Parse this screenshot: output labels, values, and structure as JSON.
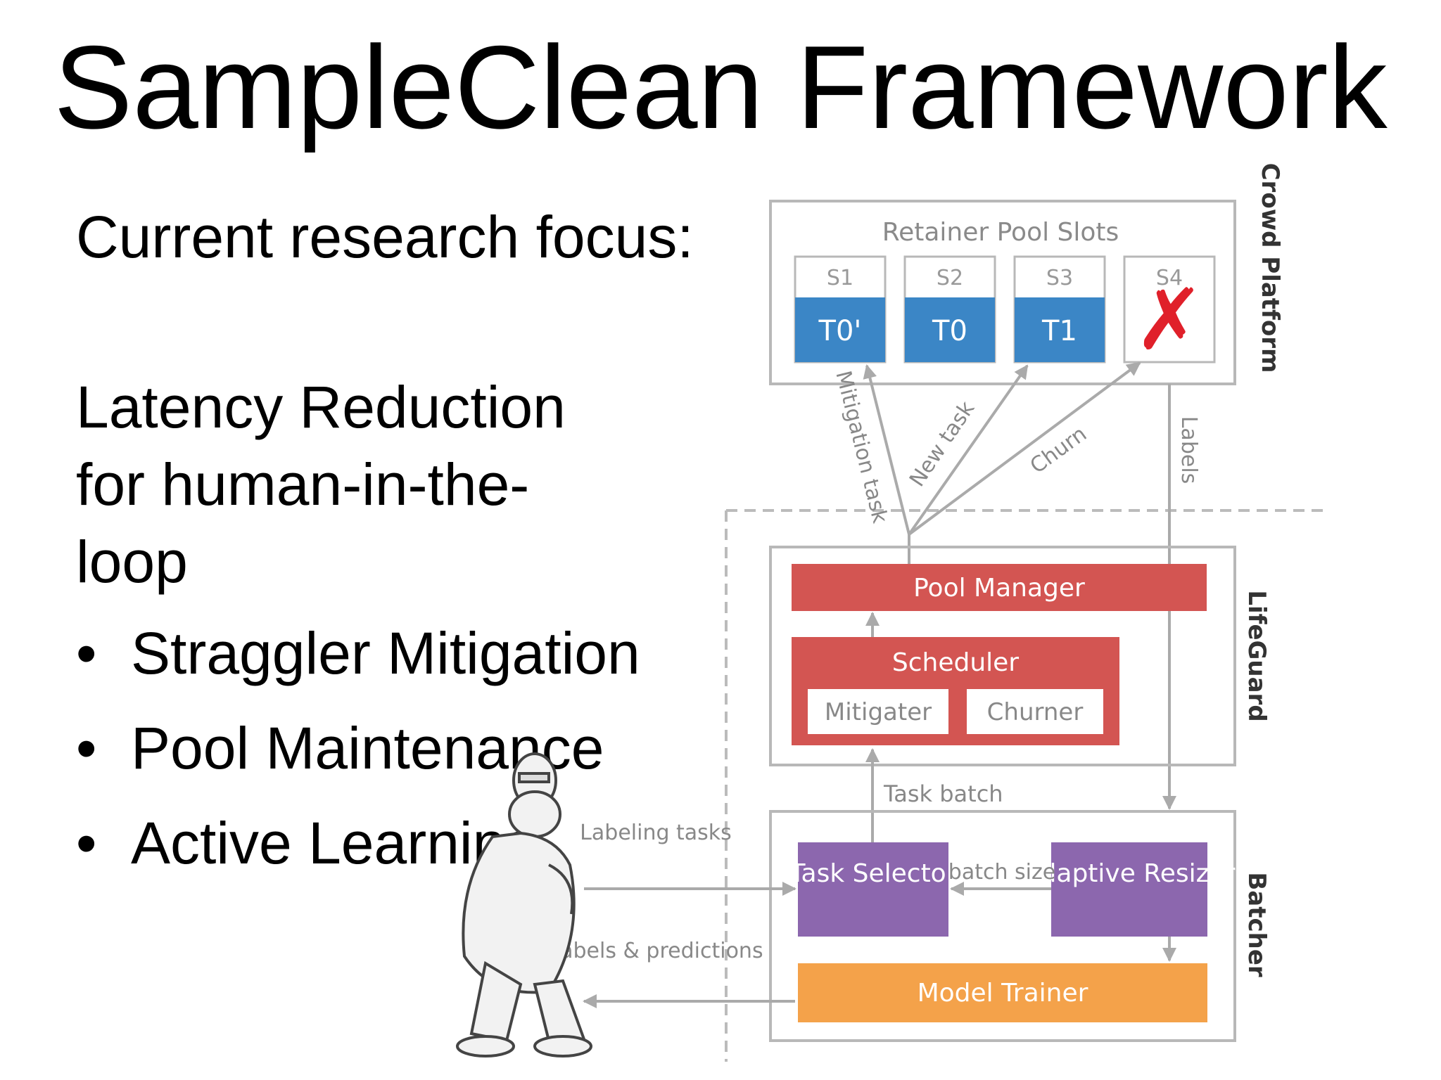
{
  "slide": {
    "title": "SampleClean Framework",
    "intro": "Current research focus:",
    "topic": "Latency Reduction for human-in-the-loop",
    "bullets": [
      "Straggler Mitigation",
      "Pool Maintenance",
      "Active Learning"
    ]
  },
  "diagram": {
    "retainer_label": "Retainer Pool Slots",
    "slots": [
      {
        "name": "S1",
        "task": "T0'"
      },
      {
        "name": "S2",
        "task": "T0"
      },
      {
        "name": "S3",
        "task": "T1"
      },
      {
        "name": "S4",
        "task": ""
      }
    ],
    "removed_mark": "✗",
    "layers": {
      "crowd": "Crowd Platform",
      "lifeguard": "LifeGuard",
      "batcher": "Batcher"
    },
    "arrows": {
      "mitigation": "Mitigation task",
      "new_task": "New task",
      "churn": "Churn",
      "labels": "Labels",
      "task_batch": "Task batch",
      "batch_size": "batch size"
    },
    "components": {
      "pool_manager": "Pool Manager",
      "scheduler": "Scheduler",
      "mitigater": "Mitigater",
      "churner": "Churner",
      "task_selector": "Task Selector",
      "adaptive_resizer": "Adaptive Resizer",
      "model_trainer": "Model Trainer"
    },
    "external": {
      "labeling_tasks": "Labeling tasks",
      "labels_predictions": "Labels & predictions"
    },
    "colors": {
      "slot_blue": "#3b86c6",
      "red": "#d35552",
      "purple": "#8c67ae",
      "orange": "#f4a24a",
      "frame": "#b8b8b8",
      "x_red": "#e0202a"
    }
  }
}
